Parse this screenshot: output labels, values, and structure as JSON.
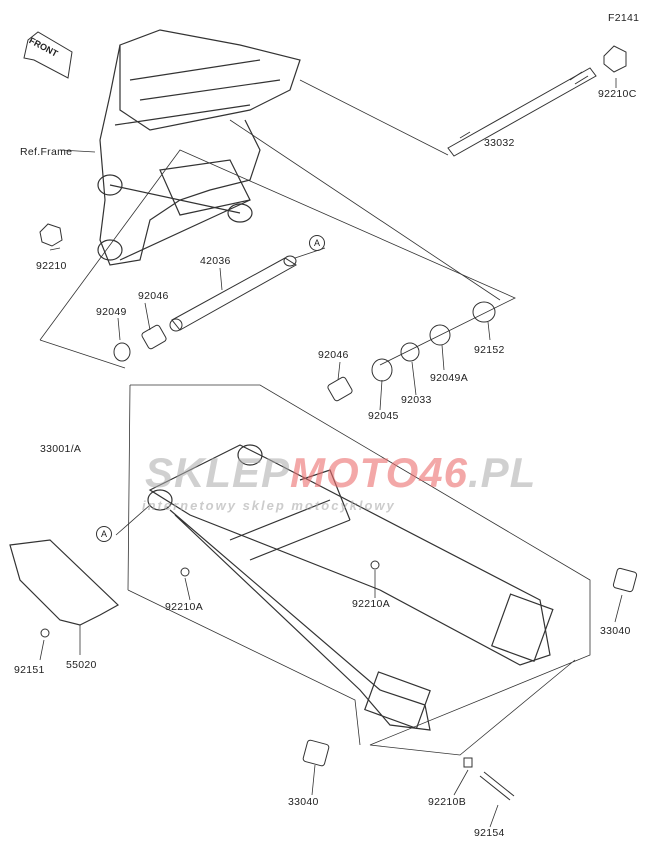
{
  "diagram": {
    "code": "F2141",
    "front_label": "FRONT",
    "ref_frame": "Ref.Frame",
    "watermark": {
      "part1": "SKLEP",
      "part2": "MOTO46",
      "part3": ".PL",
      "tagline": "internetowy sklep motocyklowy"
    },
    "labels": {
      "p92210C": "92210C",
      "p33032": "33032",
      "p92210": "92210",
      "p42036": "42036",
      "refA1": "A",
      "p92046a": "92046",
      "p92049": "92049",
      "p92152": "92152",
      "p92049A": "92049A",
      "p92046b": "92046",
      "p92033": "92033",
      "p92045": "92045",
      "p33001A": "33001/A",
      "refA2": "A",
      "p92210Aa": "92210A",
      "p92210Ab": "92210A",
      "p33040a": "33040",
      "p92151": "92151",
      "p55020": "55020",
      "p33040b": "33040",
      "p92210B": "92210B",
      "p92154": "92154"
    }
  }
}
